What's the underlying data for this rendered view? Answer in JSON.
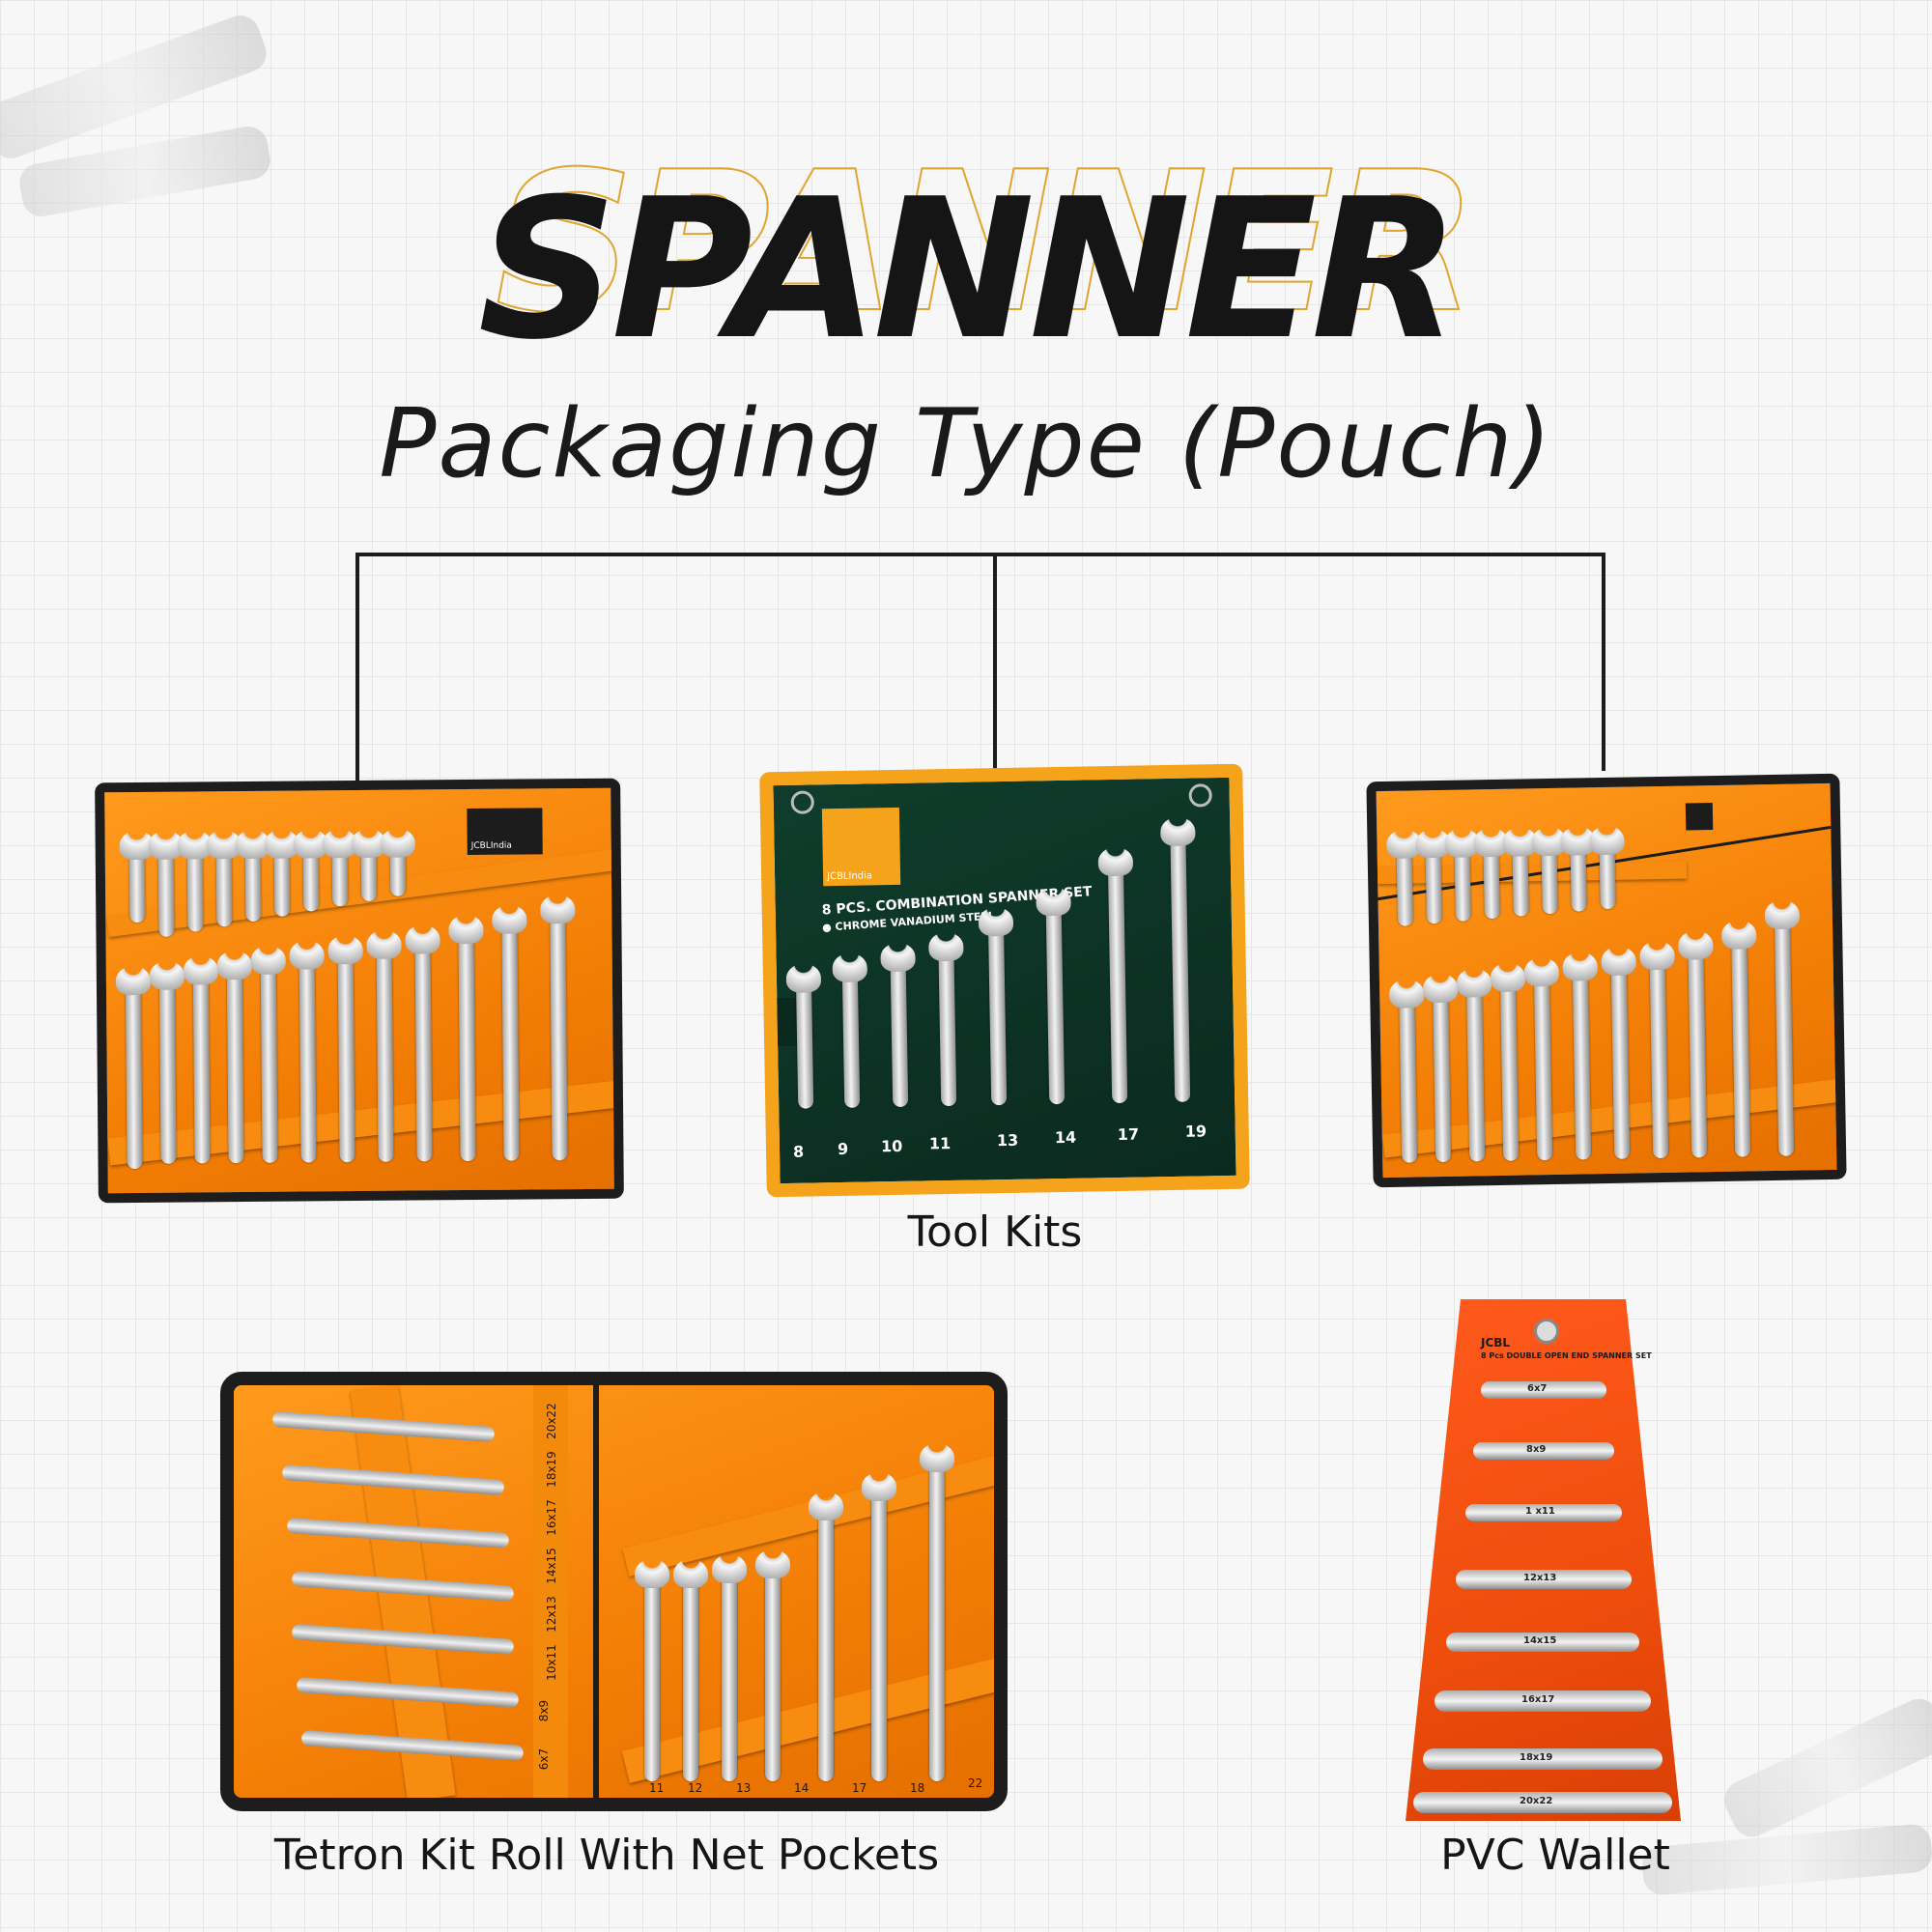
{
  "title": "SPANNER",
  "subtitle": "Packaging Type (Pouch)",
  "captions": {
    "tool_kits": "Tool Kits",
    "tetron": "Tetron Kit Roll With Net Pockets",
    "pvc": "PVC Wallet"
  },
  "brand": "JCBLIndia",
  "kit_green": {
    "heading": "8 PCS. COMBINATION SPANNER SET",
    "material": "● CHROME VANADIUM STEEL",
    "sizes": [
      "8",
      "9",
      "10",
      "11",
      "13",
      "14",
      "17",
      "19"
    ]
  },
  "kit_wallet": {
    "brand": "JCBL",
    "heading": "8 Pcs DOUBLE OPEN END SPANNER SET",
    "sizes": [
      "6x7",
      "8x9",
      "1 x11",
      "12x13",
      "14x15",
      "16x17",
      "18x19",
      "20x22"
    ]
  },
  "kit_tetron": {
    "left_sizes": [
      "20x22",
      "18x19",
      "16x17",
      "14x15",
      "12x13",
      "10x11",
      "8x9",
      "6x7"
    ],
    "right_sizes": [
      "11",
      "12",
      "13",
      "14",
      "17",
      "18",
      "22"
    ]
  },
  "colors": {
    "accent_orange": "#f37e05",
    "title_outline": "#e0a52e",
    "pouch_green": "#0f3d2c",
    "text_dark": "#151515"
  }
}
